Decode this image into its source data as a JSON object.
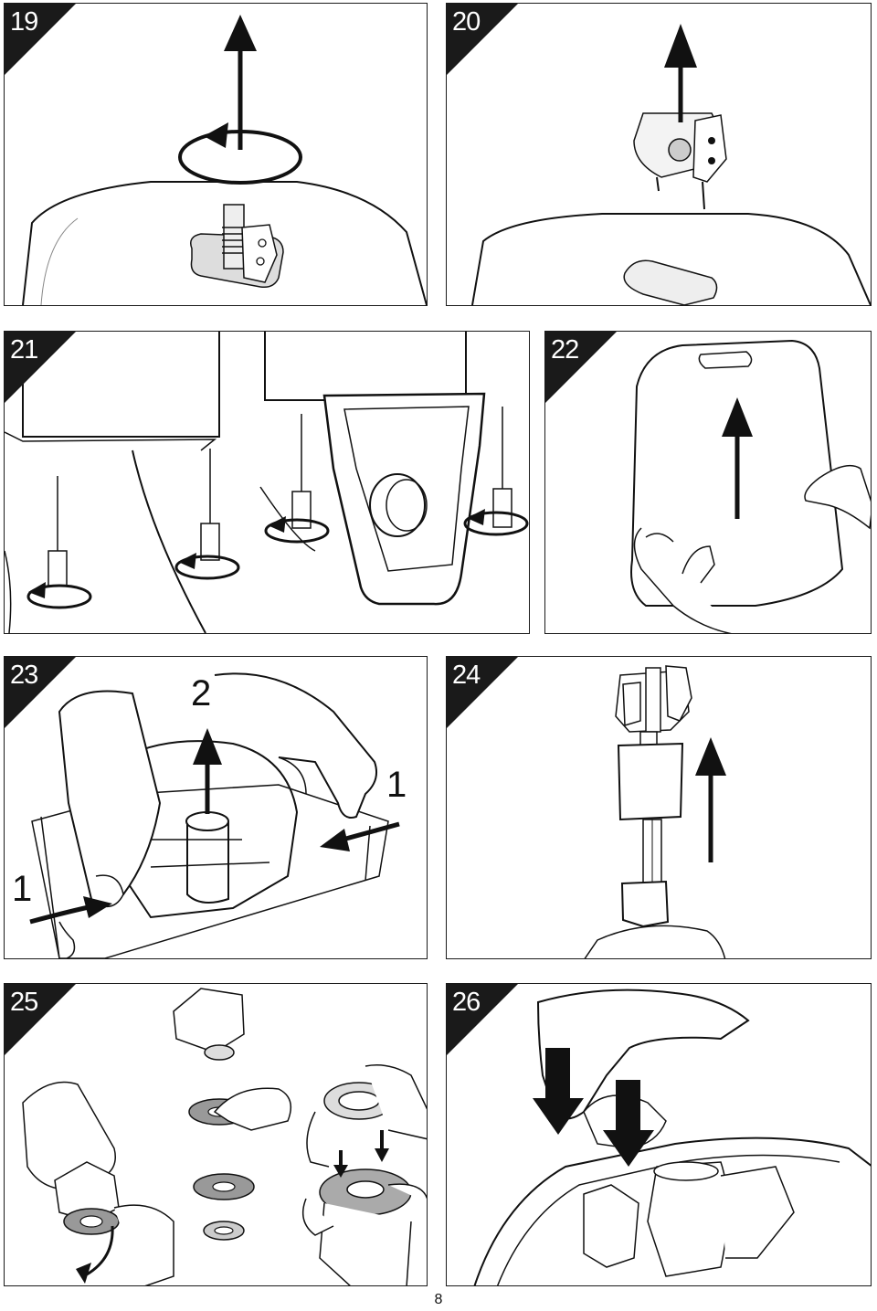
{
  "panels": [
    {
      "number": "19"
    },
    {
      "number": "20"
    },
    {
      "number": "21"
    },
    {
      "number": "22"
    },
    {
      "number": "23",
      "callouts": [
        "2",
        "1",
        "1"
      ]
    },
    {
      "number": "24"
    },
    {
      "number": "25"
    },
    {
      "number": "26"
    }
  ],
  "page_number": "8"
}
